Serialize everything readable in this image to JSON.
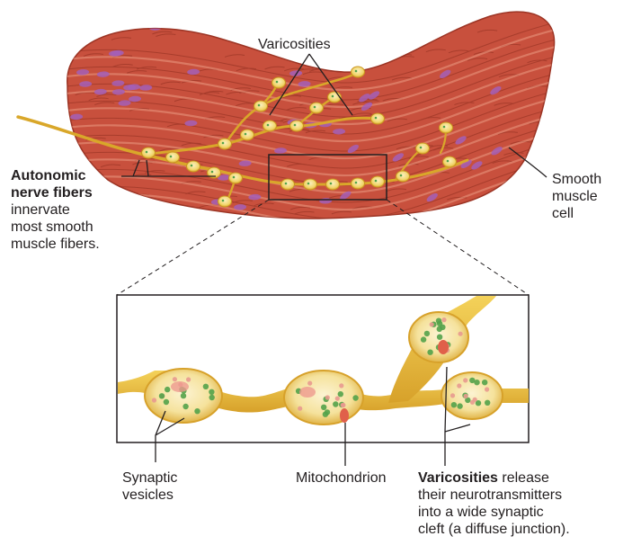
{
  "labels": {
    "varicosities_top": "Varicosities",
    "autonomic_bold_1": "Autonomic",
    "autonomic_bold_2": "nerve fibers",
    "autonomic_text_1": "innervate",
    "autonomic_text_2": "most smooth",
    "autonomic_text_3": "muscle fibers.",
    "smooth_1": "Smooth",
    "smooth_2": "muscle",
    "smooth_3": "cell",
    "synaptic_1": "Synaptic",
    "synaptic_2": "vesicles",
    "mitochondrion": "Mitochondrion",
    "varicosities_bottom_bold": "Varicosities",
    "varicosities_bottom_rest": " release",
    "varicosities_line_2": "their neurotransmitters",
    "varicosities_line_3": "into a wide synaptic",
    "varicosities_line_4": "cleft (a diffuse junction)."
  },
  "colors": {
    "muscle_fill": "#c8503d",
    "muscle_light": "#e48a72",
    "muscle_dark": "#9c3424",
    "nucleus": "#a35fb7",
    "nerve": "#e6b832",
    "nerve_light": "#f6dd7a",
    "vesicle_green": "#53a24a",
    "vesicle_pink": "#e89a8f",
    "mito": "#e0604a",
    "leader": "#231f20"
  }
}
